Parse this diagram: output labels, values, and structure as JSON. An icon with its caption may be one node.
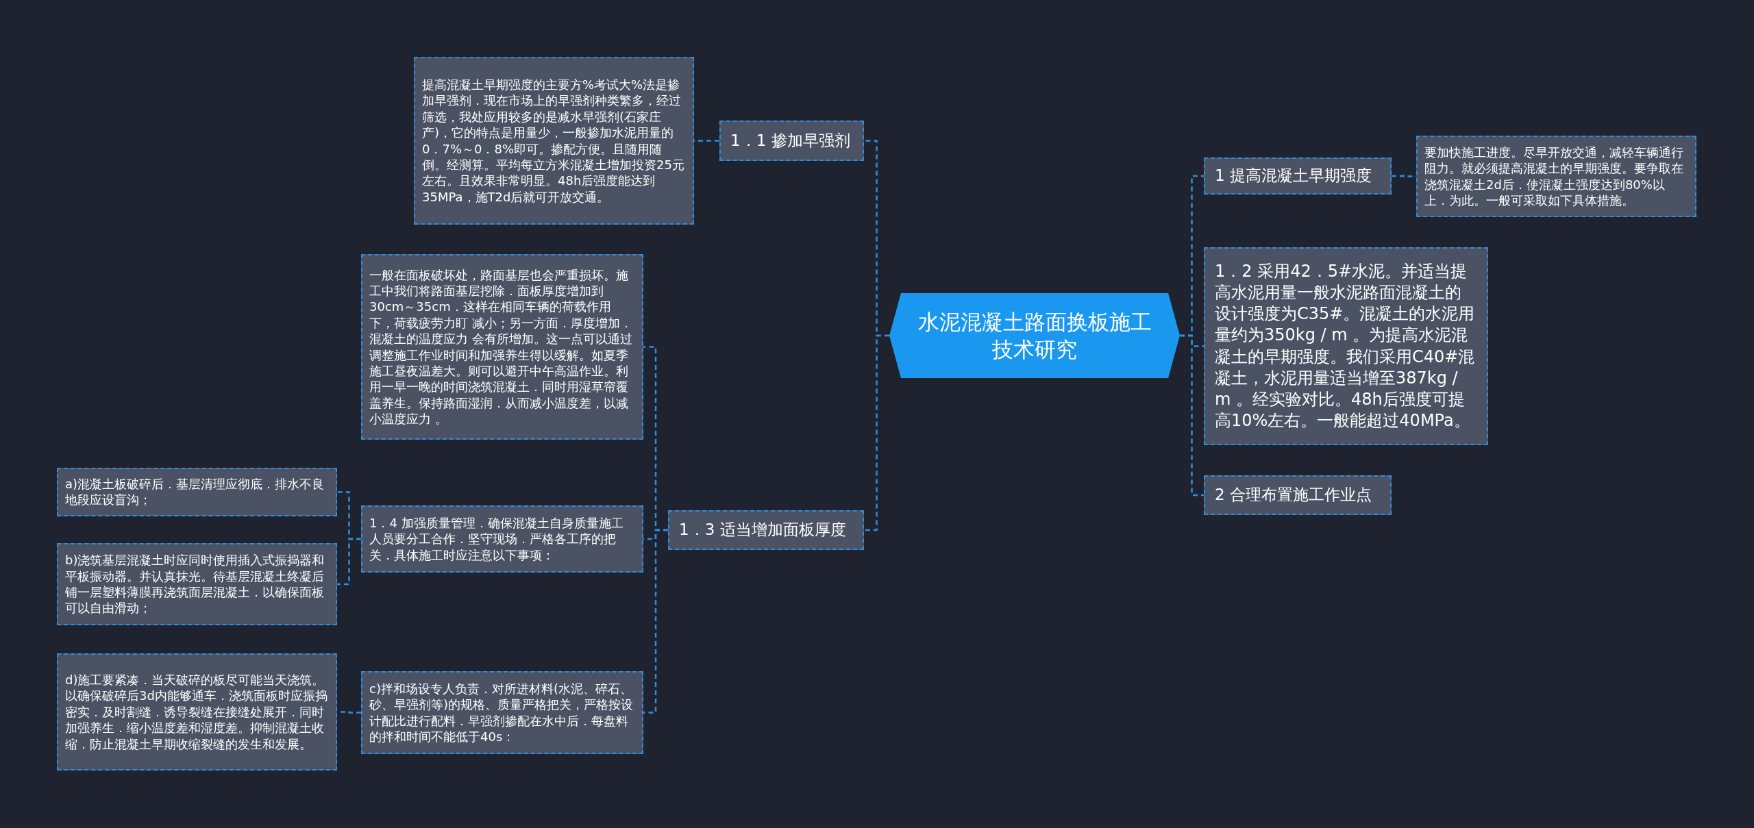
{
  "diagram": {
    "nodes": [
      {
        "text": [
          "水泥混凝土路面换板施工技术研究"
        ]
      },
      {
        "text": [
          "1 提高混凝土早期强度"
        ]
      },
      {
        "text": [
          "要加快施工进度。尽早开放交通，减轻车辆通行阻力。就必须提高混凝土的早期强度。要争取在浇筑混凝土2d后．使混凝土强度达到80%以上．为此。一般可采取如下具体措施。"
        ]
      },
      {
        "text": [
          "1．2 采用42．5#水泥。并适当提高水泥用量一般水泥路面混凝土的设计强度为C35#。混凝土的水泥用量约为350kg / m 。为提高水泥混凝土的早期强度。我们采用C40#混凝土，水泥用量适当增至387kg / m 。经实验对比。48h后强度可提高10%左右。一般能超过40MPa。"
        ]
      },
      {
        "text": [
          "2 合理布置施工作业点"
        ]
      },
      {
        "text": [
          "1．1 掺加早强剂"
        ]
      },
      {
        "text": [
          "提高混凝土早期强度的主要方%考试大%法是掺加早强剂．现在市场上的早强剂种类繁多，经过筛选，我处应用较多的是减水早强剂(石家庄产)，它的特点是用量少，一般掺加水泥用量的0．7%～0．8%即可。掺配方便。且随用随倒。经测算。平均每立方米混凝土增加投资25元左右。且效果非常明显。48h后强度能达到35MPa，施T2d后就可开放交通。"
        ]
      },
      {
        "text": [
          "1．3 适当增加面板厚度"
        ]
      },
      {
        "text": [
          "一般在面板破坏处，路面基层也会严重损坏。施工中我们将路面基层挖除．面板厚度增加到30cm～35cm．这样在相同车辆的荷载作用下，荷载疲劳力盯 减小；另一方面．厚度增加．混凝土的温度应力 会有所增加。这一点可以通过调整施工作业时间和加强养生得以缓解。如夏季施工昼夜温差大。则可以避开中午高温作业。利用一早一晚的时间浇筑混凝土．同时用湿草帘覆盖养生。保持路面湿润．从而减小温度差，以减小温度应力 。"
        ]
      },
      {
        "text": [
          "1．4 加强质量管理．确保混凝土自身质量施工人员要分工合作．坚守现场．严格各工序的把关．具体施工时应注意以下事项："
        ]
      },
      {
        "text": [
          "a)混凝土板破碎后．基层清理应彻底．排水不良地段应设盲沟；"
        ]
      },
      {
        "text": [
          "b)浇筑基层混凝土时应同时使用插入式振捣器和平板振动器。并认真抹光。待基层混凝土终凝后铺一层塑料薄膜再浇筑面层混凝土．以确保面板可以自由滑动；"
        ]
      },
      {
        "text": [
          "c)拌和场设专人负责．对所进材料(水泥、碎石、砂、早强剂等)的规格、质量严格把关，严格按设计配比进行配料．早强剂掺配在水中后．每盘料的拌和时间不能低于40s："
        ]
      },
      {
        "text": [
          "d)施工要紧凑．当天破碎的板尽可能当天浇筑。以确保破碎后3d内能够通车．浇筑面板时应振捣密实．及时割缝．诱导裂缝在接缝处展开．同时加强养生．缩小温度差和湿度差。抑制混凝土收缩．防止混凝土早期收缩裂缝的发生和发展。"
        ]
      }
    ],
    "edges": [
      {
        "from": 0,
        "to": 5,
        "arrow": "none"
      },
      {
        "from": 0,
        "to": 7,
        "arrow": "none"
      },
      {
        "from": 0,
        "to": 1,
        "arrow": "none"
      },
      {
        "from": 0,
        "to": 3,
        "arrow": "none"
      },
      {
        "from": 0,
        "to": 4,
        "arrow": "none"
      },
      {
        "from": 1,
        "to": 2,
        "arrow": "none"
      },
      {
        "from": 5,
        "to": 6,
        "arrow": "none"
      },
      {
        "from": 7,
        "to": 8,
        "arrow": "none"
      },
      {
        "from": 7,
        "to": 9,
        "arrow": "none"
      },
      {
        "from": 7,
        "to": 12,
        "arrow": "none"
      },
      {
        "from": 9,
        "to": 10,
        "arrow": "none"
      },
      {
        "from": 9,
        "to": 11,
        "arrow": "none"
      },
      {
        "from": 12,
        "to": 13,
        "arrow": "none"
      }
    ]
  }
}
